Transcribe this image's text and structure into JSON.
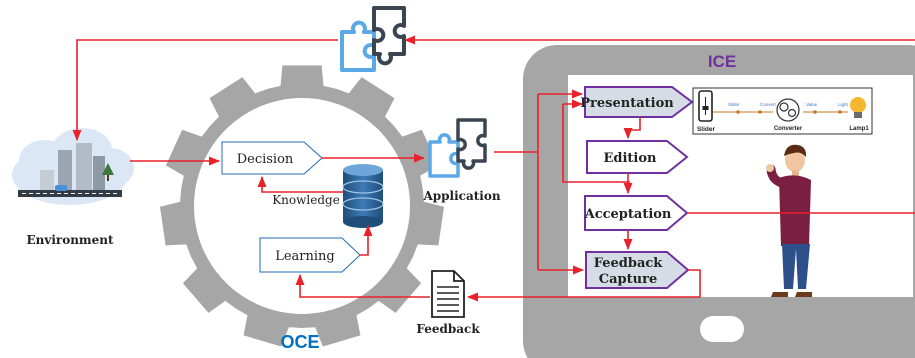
{
  "labels": {
    "ice": "ICE",
    "oce": "OCE",
    "environment": "Environment",
    "application": "Application",
    "feedback": "Feedback",
    "knowledge": "Knowledge"
  },
  "oce_steps": {
    "decision": "Decision",
    "learning": "Learning"
  },
  "ice_steps": {
    "presentation": "Presentation",
    "edition": "Edition",
    "acceptation": "Acceptation",
    "feedback_capture_line1": "Feedback",
    "feedback_capture_line2": "Capture"
  },
  "assembly": {
    "slider": "Slider",
    "converter": "Converter",
    "lamp": "Lamp1",
    "port_slider": "Slider",
    "port_convin": "Convert",
    "port_convout": "Value",
    "port_lamp": "Light"
  },
  "colors": {
    "arrow": "#e8212b",
    "gear": "#a6a6a6",
    "tablet": "#a6a6a6",
    "ice_title": "#7030a0",
    "oce_title": "#0070c0",
    "step_border": "#7030a0",
    "step_fill_active": "#d6dce5",
    "puzzle_blue": "#5aa9e6",
    "puzzle_dark": "#3b4552"
  }
}
